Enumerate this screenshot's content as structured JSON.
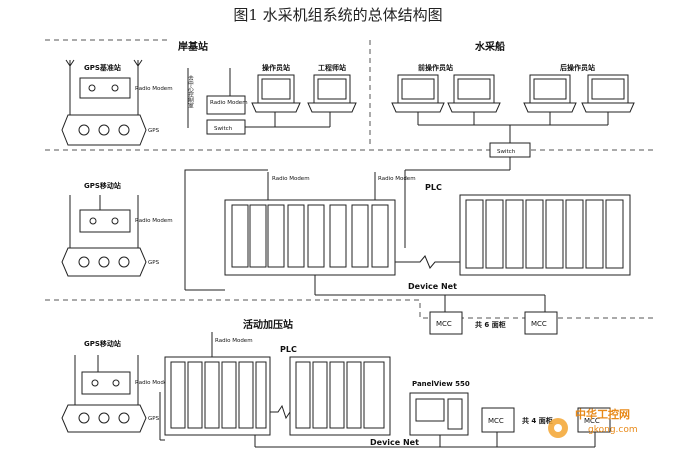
{
  "title": "图1  水采机组系统的总体结构图",
  "zones": {
    "shore": "岸基站",
    "ship": "水采船",
    "pressure_station": "活动加压站"
  },
  "gps": {
    "base": "GPS基准站",
    "mobile_1": "GPS移动站",
    "mobile_2": "GPS移动站",
    "radio_modem": "Radio Modem",
    "gps_label": "GPS"
  },
  "shore": {
    "operator_station": "操作员站",
    "engineer_station": "工程师站",
    "radio_modem": "Radio Modem",
    "switch": "Switch",
    "to_center": "去中心控制室"
  },
  "ship": {
    "front_operator": "前操作员站",
    "rear_operator": "后操作员站",
    "switch": "Switch",
    "plc": "PLC",
    "radio_modem_1": "Radio Modem",
    "radio_modem_2": "Radio Modem",
    "device_net": "Device Net",
    "mcc": "MCC",
    "cabinets": "共 6 面柜",
    "mcc_2": "MCC"
  },
  "pressure": {
    "radio_modem": "Radio Modem",
    "plc": "PLC",
    "panelview": "PanelView 550",
    "device_net": "Device Net",
    "mcc": "MCC",
    "cabinets": "共 4 面柜",
    "mcc_2": "MCC"
  },
  "watermark": {
    "cn": "中华工控网",
    "url": "gkong.com"
  }
}
